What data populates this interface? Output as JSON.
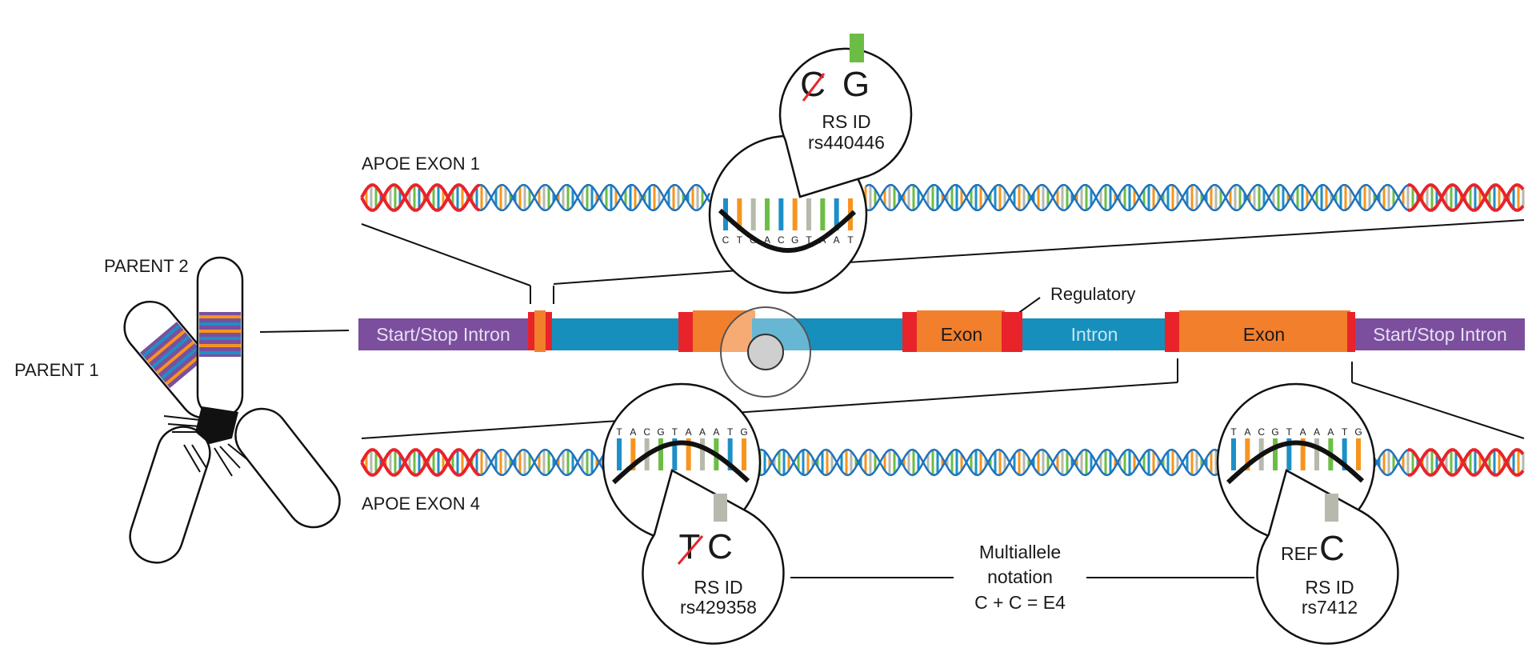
{
  "labels": {
    "apoe_exon1": "APOE EXON 1",
    "apoe_exon4": "APOE EXON 4",
    "parent1": "PARENT 1",
    "parent2": "PARENT 2",
    "regulatory": "Regulatory",
    "multiallele": [
      "Multiallele",
      "notation",
      "C + C = E4"
    ]
  },
  "gene_bar": {
    "start_label": "Start/Stop Intron",
    "end_label": "Start/Stop Intron",
    "exon_label": "Exon",
    "intron_label": "Intron",
    "exon2_label": "Exon"
  },
  "callouts": [
    {
      "id": "rs440446",
      "rs_label": "RS ID",
      "rs_value": "rs440446",
      "old_base": "C",
      "new_base": "G",
      "prefix": "",
      "marker_color": "#6cbd45",
      "bases_left": [
        "C",
        "T",
        "G"
      ],
      "bases_mid": [
        "A",
        "C",
        "G",
        "T",
        "A"
      ],
      "bases_right": [
        "A",
        "T"
      ]
    },
    {
      "id": "rs429358",
      "rs_label": "RS ID",
      "rs_value": "rs429358",
      "old_base": "T",
      "new_base": "C",
      "prefix": "",
      "marker_color": "#b6b9ac",
      "bases_left": [
        "T"
      ],
      "bases_mid": [
        "A",
        "C",
        "G",
        "T",
        "A",
        "A"
      ],
      "bases_right": [
        "A",
        "T",
        "G"
      ]
    },
    {
      "id": "rs7412",
      "rs_label": "RS ID",
      "rs_value": "rs7412",
      "old_base": "",
      "new_base": "C",
      "prefix": "REF",
      "marker_color": "#b6b9ac",
      "bases_left": [
        "T"
      ],
      "bases_mid": [
        "A",
        "C",
        "G",
        "T",
        "A",
        "A"
      ],
      "bases_right": [
        "A",
        "T",
        "G"
      ]
    }
  ],
  "colors": {
    "intron_purple": "#7b4f9e",
    "intron_blue": "#168fbd",
    "exon_orange": "#f27f2c",
    "junction_red": "#e8232a",
    "base_blue": "#1e8fc6",
    "base_orange": "#f7941e",
    "base_green": "#6cbd45",
    "base_gray": "#b6b9ac",
    "strand_red": "#e8232a",
    "strand_blue": "#1e73be"
  }
}
